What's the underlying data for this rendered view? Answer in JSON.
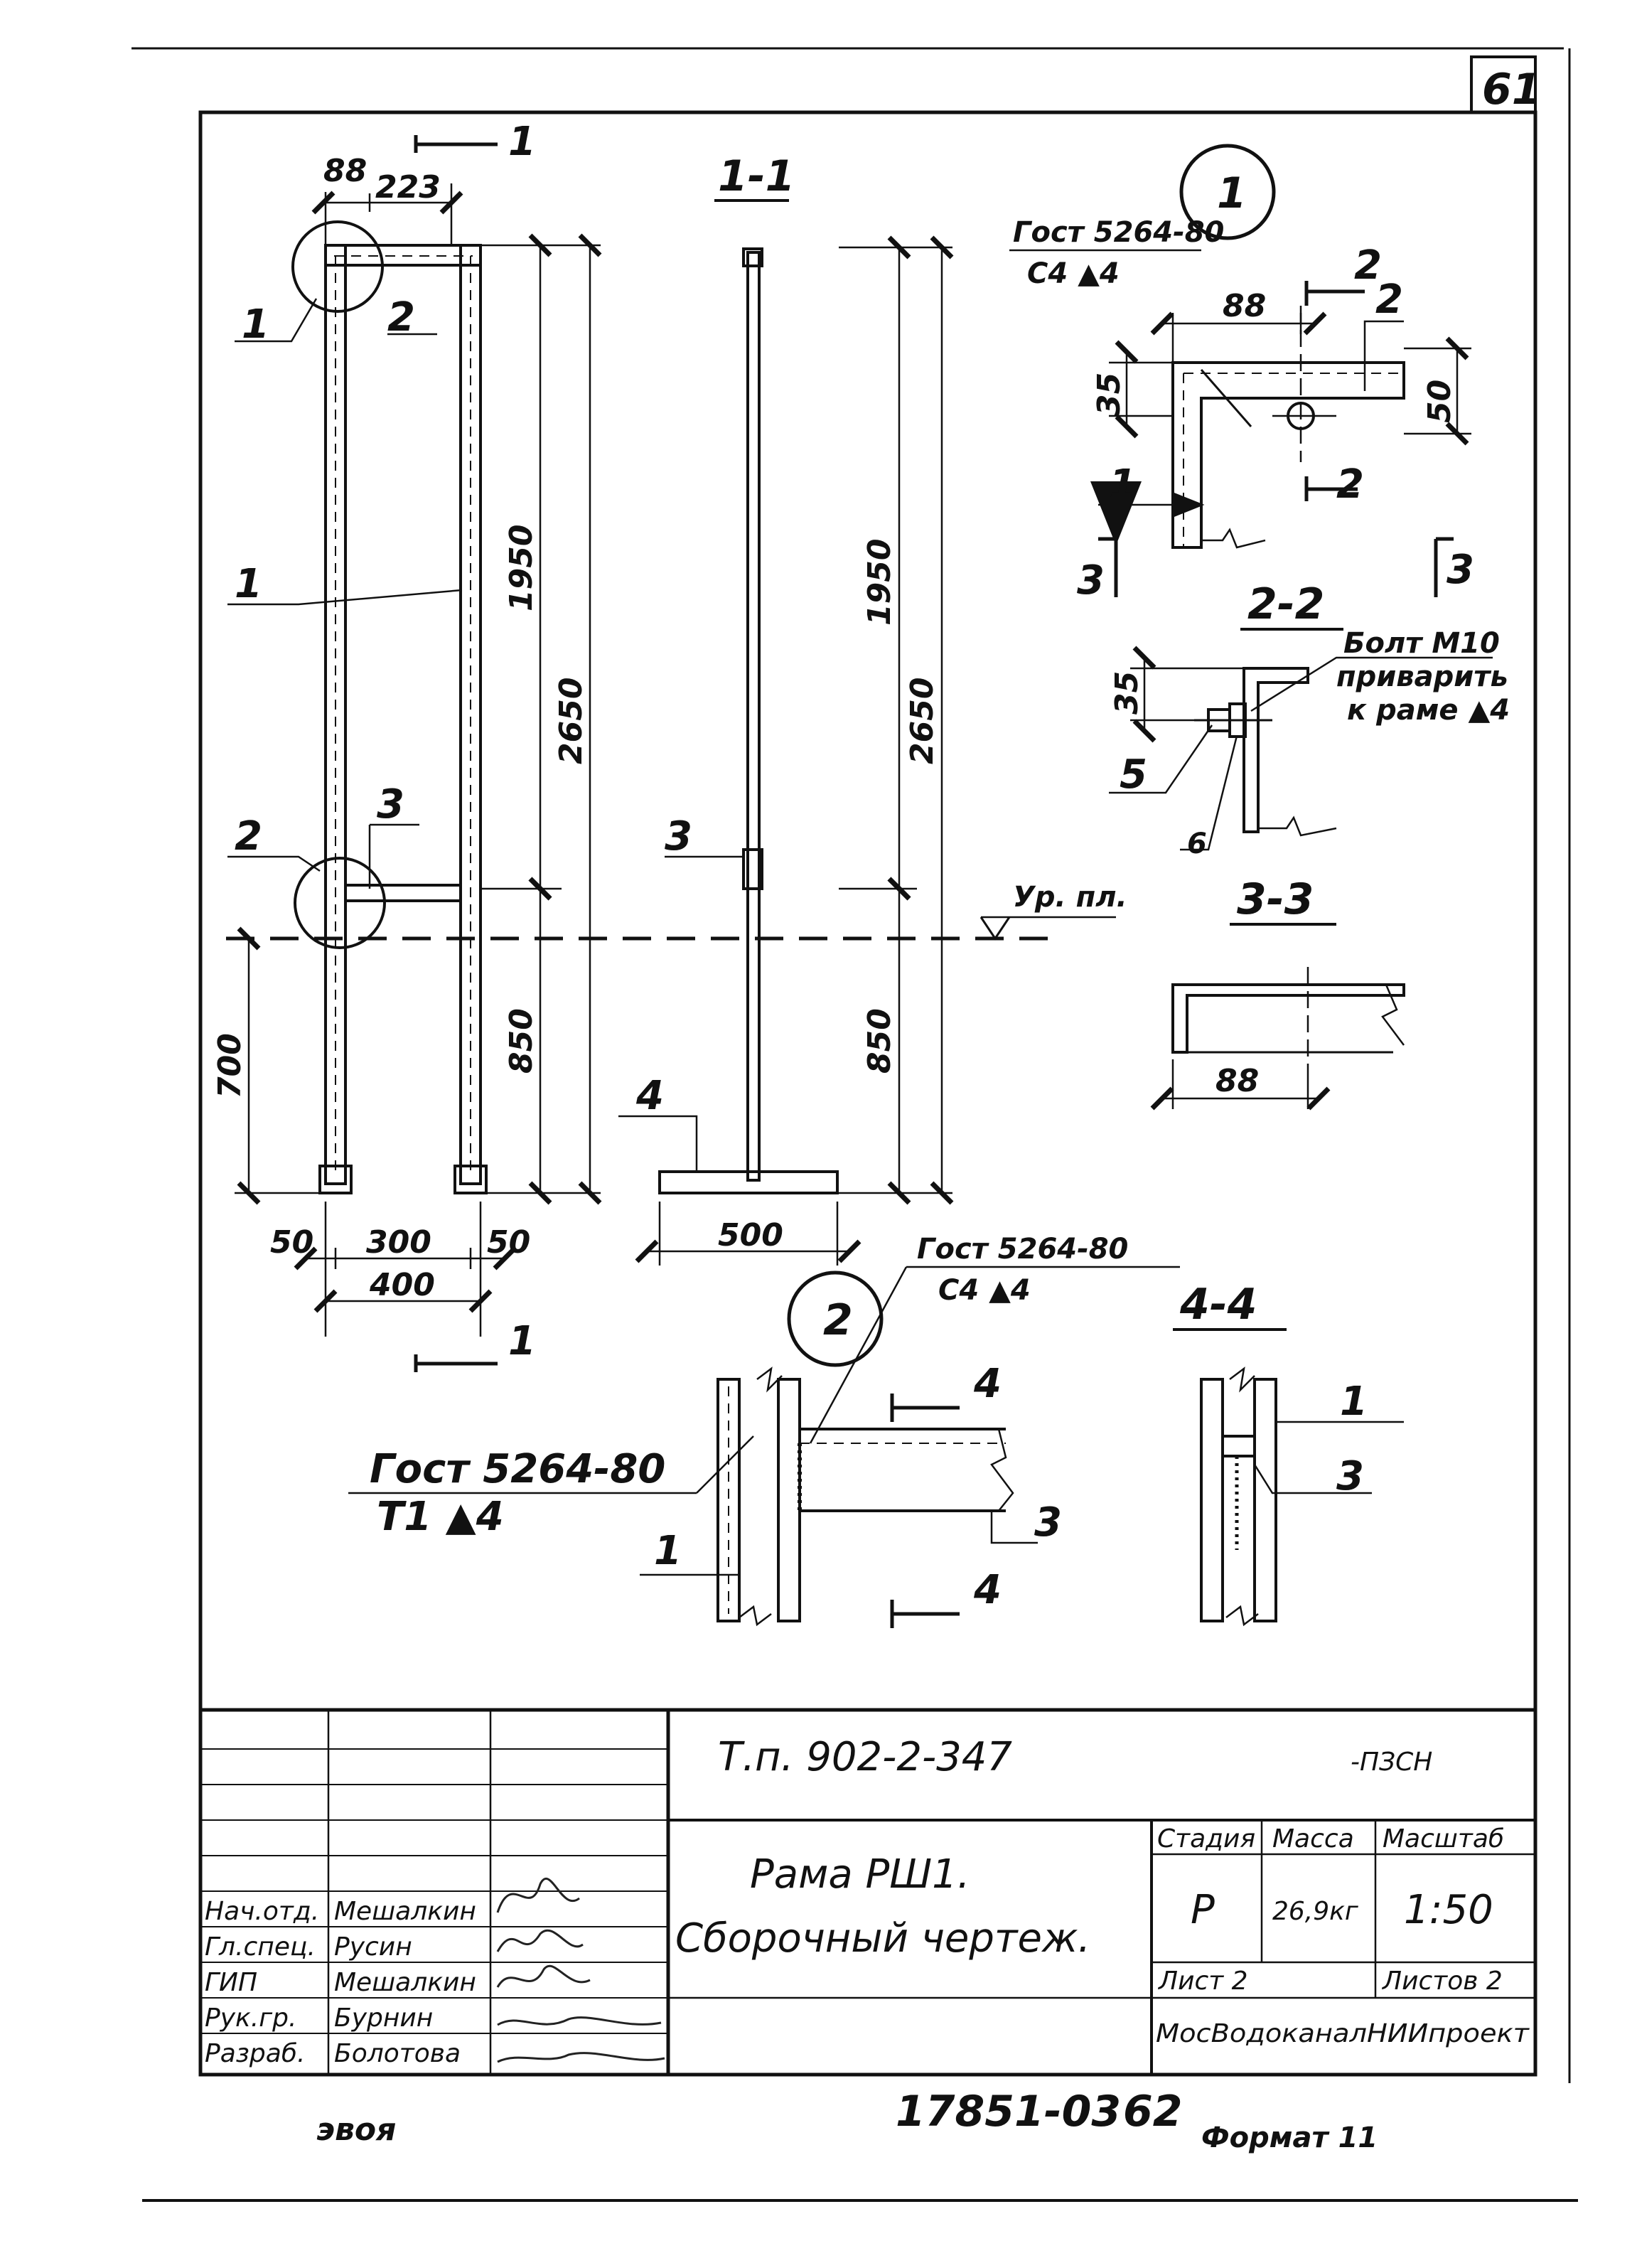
{
  "sheet": {
    "page_number": "61",
    "footer_left": "эвоя",
    "footer_doc": "17851-03",
    "footer_page": "62",
    "format": "Формат 11"
  },
  "front_view": {
    "dims": {
      "top_left": "88",
      "top_right": "223",
      "upper": "1950",
      "total": "2650",
      "lower": "850",
      "floor": "700",
      "bottom_left": "50",
      "bottom_mid": "300",
      "bottom_right": "50",
      "bottom_total": "400"
    },
    "callouts": {
      "part1_top": "1",
      "part2_top": "2",
      "part1_mid": "1",
      "part2_mid": "2",
      "part3": "3"
    },
    "section_mark_top": "1",
    "section_mark_bottom": "1"
  },
  "section_view": {
    "title": "1-1",
    "dims": {
      "upper": "1950",
      "total": "2650",
      "lower": "850",
      "base": "500"
    },
    "callouts": {
      "part3": "3",
      "part4": "4"
    },
    "level_label": "Ур. пл."
  },
  "detail1": {
    "number": "1",
    "weld_top": "Гост 5264-80",
    "weld_bottom": "С4 ▲4",
    "dims": {
      "width": "88",
      "height_left": "35",
      "height_right": "50"
    },
    "callouts": {
      "part2": "2",
      "part1": "1"
    },
    "cut_2_top": "2",
    "cut_2_bottom": "2",
    "cut_3_left": "3",
    "cut_3_right": "3"
  },
  "section22": {
    "title": "2-2",
    "bolt_note_1": "Болт М10",
    "bolt_note_2": "приварить",
    "bolt_note_3": "к раме ▲4",
    "dim": "35",
    "callouts": {
      "part5": "5",
      "part6": "6"
    }
  },
  "section33": {
    "title": "3-3",
    "dim": "88"
  },
  "detail2": {
    "number": "2",
    "weld_top": "Гост 5264-80",
    "weld_bottom": "С4 ▲4",
    "weld2_top": "Гост 5264-80",
    "weld2_bottom": "Т1 ▲4",
    "callouts": {
      "part1": "1",
      "part3": "3"
    },
    "cut_4_top": "4",
    "cut_4_bottom": "4"
  },
  "section44": {
    "title": "4-4",
    "callouts": {
      "part1": "1",
      "part3": "3"
    }
  },
  "title_block": {
    "doc_code": "Т.п. 902-2-347",
    "doc_suffix": "-ПЗСН",
    "drawing_title": "Рама РШ1.",
    "drawing_subtitle": "Сборочный чертеж.",
    "col_stage": "Стадия",
    "col_mass": "Масса",
    "col_scale": "Масштаб",
    "stage": "Р",
    "mass": "26,9кг",
    "scale": "1:50",
    "sheet_label": "Лист 2",
    "sheets_label": "Листов 2",
    "org": "МосВодоканалНИИпроект",
    "roles": [
      {
        "role": "Нач.отд.",
        "name": "Мешалкин"
      },
      {
        "role": "Гл.спец.",
        "name": "Русин"
      },
      {
        "role": "ГИП",
        "name": "Мешалкин"
      },
      {
        "role": "Рук.гр.",
        "name": "Бурнин"
      },
      {
        "role": "Разраб.",
        "name": "Болотова"
      }
    ]
  }
}
